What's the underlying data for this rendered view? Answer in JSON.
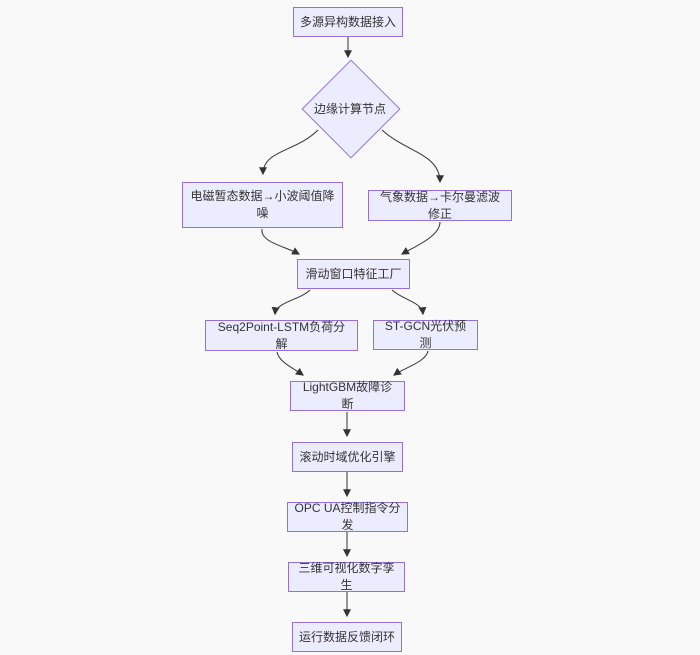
{
  "diagram": {
    "type": "flowchart",
    "direction": "top-down",
    "colors": {
      "background": "#f9f9f9",
      "node_fill": "#ECECFF",
      "node_border": "#9370DB",
      "edge": "#333333",
      "text": "#333333"
    },
    "nodes": [
      {
        "id": "ingest",
        "shape": "rect",
        "label": "多源异构数据接入"
      },
      {
        "id": "edge-compute",
        "shape": "diamond",
        "label": "边缘计算节点"
      },
      {
        "id": "wavelet-denoise",
        "shape": "rect",
        "label": "电磁暂态数据→小波阈值降噪"
      },
      {
        "id": "kalman-correct",
        "shape": "rect",
        "label": "气象数据→卡尔曼滤波修正"
      },
      {
        "id": "feature-factory",
        "shape": "rect",
        "label": "滑动窗口特征工厂"
      },
      {
        "id": "load-disagg",
        "shape": "rect",
        "label": "Seq2Point-LSTM负荷分解"
      },
      {
        "id": "pv-forecast",
        "shape": "rect",
        "label": "ST-GCN光伏预测"
      },
      {
        "id": "fault-diagnosis",
        "shape": "rect",
        "label": "LightGBM故障诊断"
      },
      {
        "id": "rolling-opt",
        "shape": "rect",
        "label": "滚动时域优化引擎"
      },
      {
        "id": "opcua-dispatch",
        "shape": "rect",
        "label": "OPC UA控制指令分发"
      },
      {
        "id": "digital-twin",
        "shape": "rect",
        "label": "三维可视化数字孪生"
      },
      {
        "id": "feedback-loop",
        "shape": "rect",
        "label": "运行数据反馈闭环"
      }
    ],
    "edges": [
      {
        "from": "ingest",
        "to": "edge-compute"
      },
      {
        "from": "edge-compute",
        "to": "wavelet-denoise"
      },
      {
        "from": "edge-compute",
        "to": "kalman-correct"
      },
      {
        "from": "wavelet-denoise",
        "to": "feature-factory"
      },
      {
        "from": "kalman-correct",
        "to": "feature-factory"
      },
      {
        "from": "feature-factory",
        "to": "load-disagg"
      },
      {
        "from": "feature-factory",
        "to": "pv-forecast"
      },
      {
        "from": "load-disagg",
        "to": "fault-diagnosis"
      },
      {
        "from": "pv-forecast",
        "to": "fault-diagnosis"
      },
      {
        "from": "fault-diagnosis",
        "to": "rolling-opt"
      },
      {
        "from": "rolling-opt",
        "to": "opcua-dispatch"
      },
      {
        "from": "opcua-dispatch",
        "to": "digital-twin"
      },
      {
        "from": "digital-twin",
        "to": "feedback-loop"
      }
    ]
  }
}
